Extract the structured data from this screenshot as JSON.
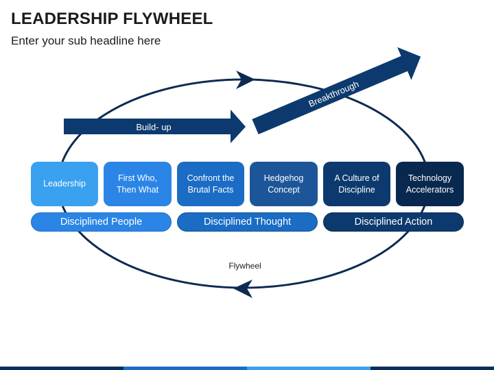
{
  "header": {
    "title": "LEADERSHIP FLYWHEEL",
    "subtitle": "Enter your sub headline here"
  },
  "arrows": {
    "buildup_label": "Build- up",
    "breakthrough_label": "Breakthrough"
  },
  "cards": [
    {
      "label": "Leadership",
      "color": "#3aa1f0"
    },
    {
      "label": "First Who,\nThen What",
      "color": "#2b85e6"
    },
    {
      "label": "Confront the\nBrutal Facts",
      "color": "#1a6cc4"
    },
    {
      "label": "Hedgehog\nConcept",
      "color": "#1c5699"
    },
    {
      "label": "A Culture of\nDiscipline",
      "color": "#0d3a6e"
    },
    {
      "label": "Technology\nAccelerators",
      "color": "#08284f"
    }
  ],
  "groups": [
    {
      "label": "Disciplined People",
      "color": "#2b85e6",
      "border": "#1a6cc4"
    },
    {
      "label": "Disciplined Thought",
      "color": "#1a6cc4",
      "border": "#0f4f95"
    },
    {
      "label": "Disciplined Action",
      "color": "#0d3a6e",
      "border": "#08284f"
    }
  ],
  "flywheel_label": "Flywheel",
  "colors": {
    "ring": "#0d2a52",
    "arrow_fill": "#0d3a6e",
    "bottom_bar": [
      "#0a2e5c",
      "#1a6cc4",
      "#3aa1f0",
      "#0a2e5c"
    ]
  }
}
